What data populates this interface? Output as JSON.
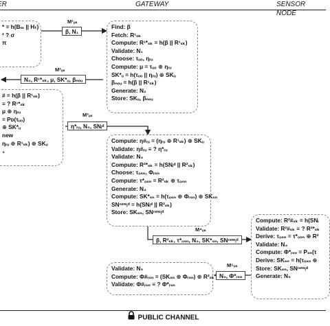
{
  "header": {
    "user": "ER",
    "gateway": "GATEWAY",
    "sensor": "SENSOR NODE"
  },
  "user_box_1": {
    "lines": [
      "* = h(Bₘ || Hₜ)",
      "² ? σ",
      "π"
    ]
  },
  "msg1": {
    "label": "M¹ᵤₛ",
    "text": "β, N₁"
  },
  "gateway_box_1": {
    "lines": [
      "Find: β",
      "Fetch: R¹ₛₖ",
      "Compute: R¹*ₛₖ = h(β || R¹ₛₖ)",
      "Validate: N₁",
      "Choose: τᵤₒ, ηᵣᵤ",
      "Compute: μ = τᵤₒ ⊕ ηᵣᵤ",
      "SK*ᵤ = h(τᵤₒ || ηᵣᵤ) ⊕ SKᵤ",
      "βₙₑᵤ = h(β || R¹ₛₖ)",
      "Generate: N₂",
      "Store: SKᵤ, βₙₑᵤ"
    ]
  },
  "msg2": {
    "label": "M²ᵤₛ",
    "text": "N₂, R¹*ₛₖ, μ, SK*ᵤ, βₙₑᵤ"
  },
  "user_box_2": {
    "lines": [
      "# = h(β || R¹ₛₖ)",
      "≡ ? R¹*ₛₖ",
      "μ ⊕ ηᵣᵤ",
      "= Pᴅ(τᵤₒ)",
      "⊕ SK*ᵤ",
      "new",
      "ηᵣᵤ ⊕ R¹ₛₖ) ⊕ SKᵤ",
      "₃"
    ]
  },
  "msg3": {
    "label": "M³ᵤₛ",
    "text": "η*ᵣᵤ, N₃, SNᵢᵈ"
  },
  "gateway_box_2": {
    "lines": [
      "Compute: η#ᵣᵤ = (ηᵣᵤ ⊕ R¹ₛₖ) ⊕ SKᵤ",
      "Validate: η#ᵣᵤ ≡ ? η*ᵣᵤ",
      "Validate: N₃",
      "Compute: R²*ₛₖ = h(SNᵢᵈ || R²ₛₖ)",
      "Choose: τₒₛₙ, Φᵣₛₙ",
      "Compute: τ*ₒₛₙ = R²ₛₖ ⊕ τₒₛₙ",
      "Generate: N₄",
      "Compute: SK*ₛₙ = h(τₒₛₙ ⊕ Φᵣₛₙ) ⊕ SKₛₙ",
      "SNⁿᵉʷᵢᵈ = h(SNᵢᵈ || R²ₛₖ)",
      "Store: SKₛₙ, SNⁿᵉʷᵢᵈ"
    ]
  },
  "msg4": {
    "label": "M⁴ᵤₛ",
    "text": "β, R²ₛₖ, τ*ₒₛₙ, N₄, SK*ₛₙ, SNⁿᵉʷᵢᵈ"
  },
  "sensor_box": {
    "lines": [
      "Compute: R²#ₛₖ = h(SNᵢ",
      "Validate: R²#ₛₖ ≡ ? R²*ₛₖ",
      "Derive: τₒₛₙ = τ*ₒₛₙ ⊕ R²",
      "Validate: N₄",
      "Compute: Φ*ᵣₛₙ = Pₛₙ(τ",
      "Derive: SKₛₙ = h(τₒₛₙ ⊕",
      "Store: SKₛₙ, SNⁿᵉʷᵢᵈ",
      "Generate: N₅"
    ]
  },
  "msg5": {
    "label": "M⁵ᵤₛ",
    "text": "N₅, Φ*ᵣₛₙ"
  },
  "gateway_box_3": {
    "lines": [
      "Validate: N₅",
      "Compute: Φ#ᵣₛₙ = (SKₛₙ ⊕ Φᵣₛₙ) ⊕ R²ₛₖ",
      "Validate: Φ#ᵣₛₙ ≡ ? Φ*ᵣₛₙ"
    ]
  },
  "footer": {
    "label": "PUBLIC CHANNEL",
    "icon": "lock-icon"
  }
}
